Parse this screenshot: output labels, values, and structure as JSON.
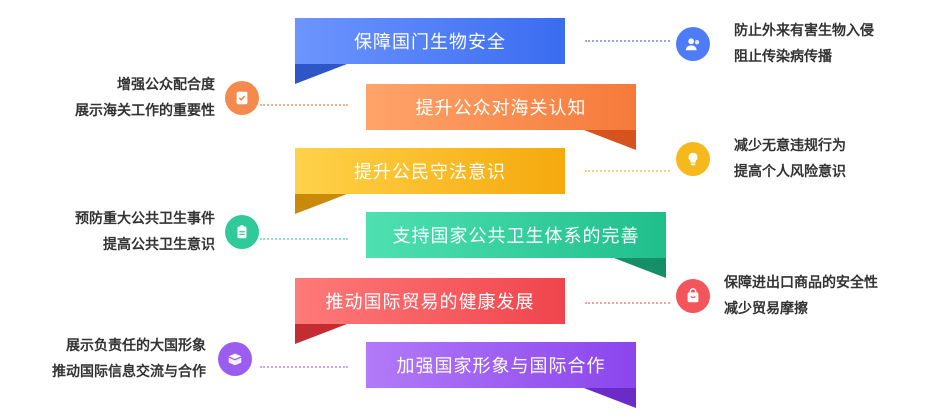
{
  "steps": [
    {
      "label": "保障国门生物安全",
      "side_lines": [
        "防止外来有害生物入侵",
        "阻止传染病传播"
      ],
      "icon": "users-icon",
      "color": "#4d7cf6"
    },
    {
      "label": "提升公众对海关认知",
      "side_lines": [
        "增强公众配合度",
        "展示海关工作的重要性"
      ],
      "icon": "badge-icon",
      "color": "#f58a4e"
    },
    {
      "label": "提升公民守法意识",
      "side_lines": [
        "减少无意违规行为",
        "提高个人风险意识"
      ],
      "icon": "bulb-icon",
      "color": "#f5b91c"
    },
    {
      "label": "支持国家公共卫生体系的完善",
      "side_lines": [
        "预防重大公共卫生事件",
        "提高公共卫生意识"
      ],
      "icon": "clipboard-icon",
      "color": "#2fc99a"
    },
    {
      "label": "推动国际贸易的健康发展",
      "side_lines": [
        "保障进出口商品的安全性",
        "减少贸易摩擦"
      ],
      "icon": "bag-icon",
      "color": "#f2555c"
    },
    {
      "label": "加强国家形象与国际合作",
      "side_lines": [
        "展示负责任的大国形象",
        "推动国际信息交流与合作"
      ],
      "icon": "box-icon",
      "color": "#9b5cf0"
    }
  ]
}
